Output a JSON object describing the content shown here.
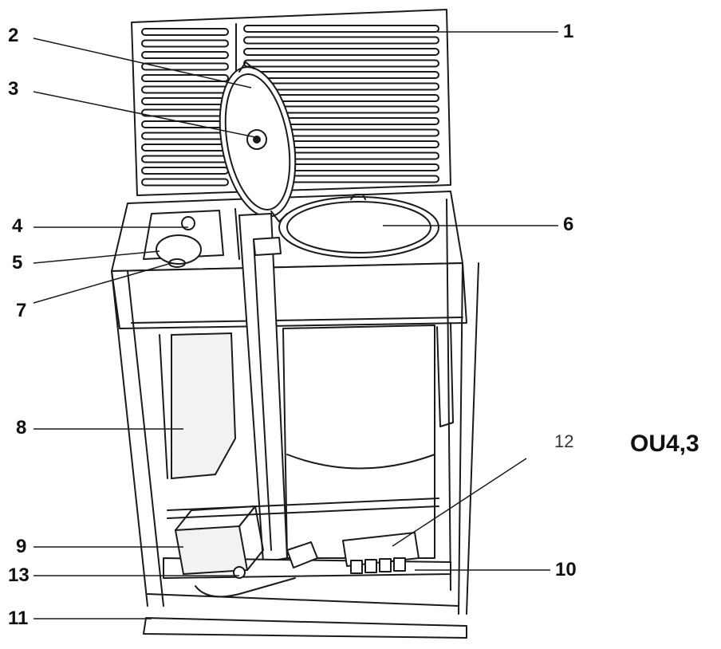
{
  "labels": {
    "l1": "1",
    "l2": "2",
    "l3": "3",
    "l4": "4",
    "l5": "5",
    "l6": "6",
    "l7": "7",
    "l8": "8",
    "l9": "9",
    "l10": "10",
    "l11": "11",
    "l12": "12",
    "l13": "13"
  },
  "model": "OU4,3"
}
